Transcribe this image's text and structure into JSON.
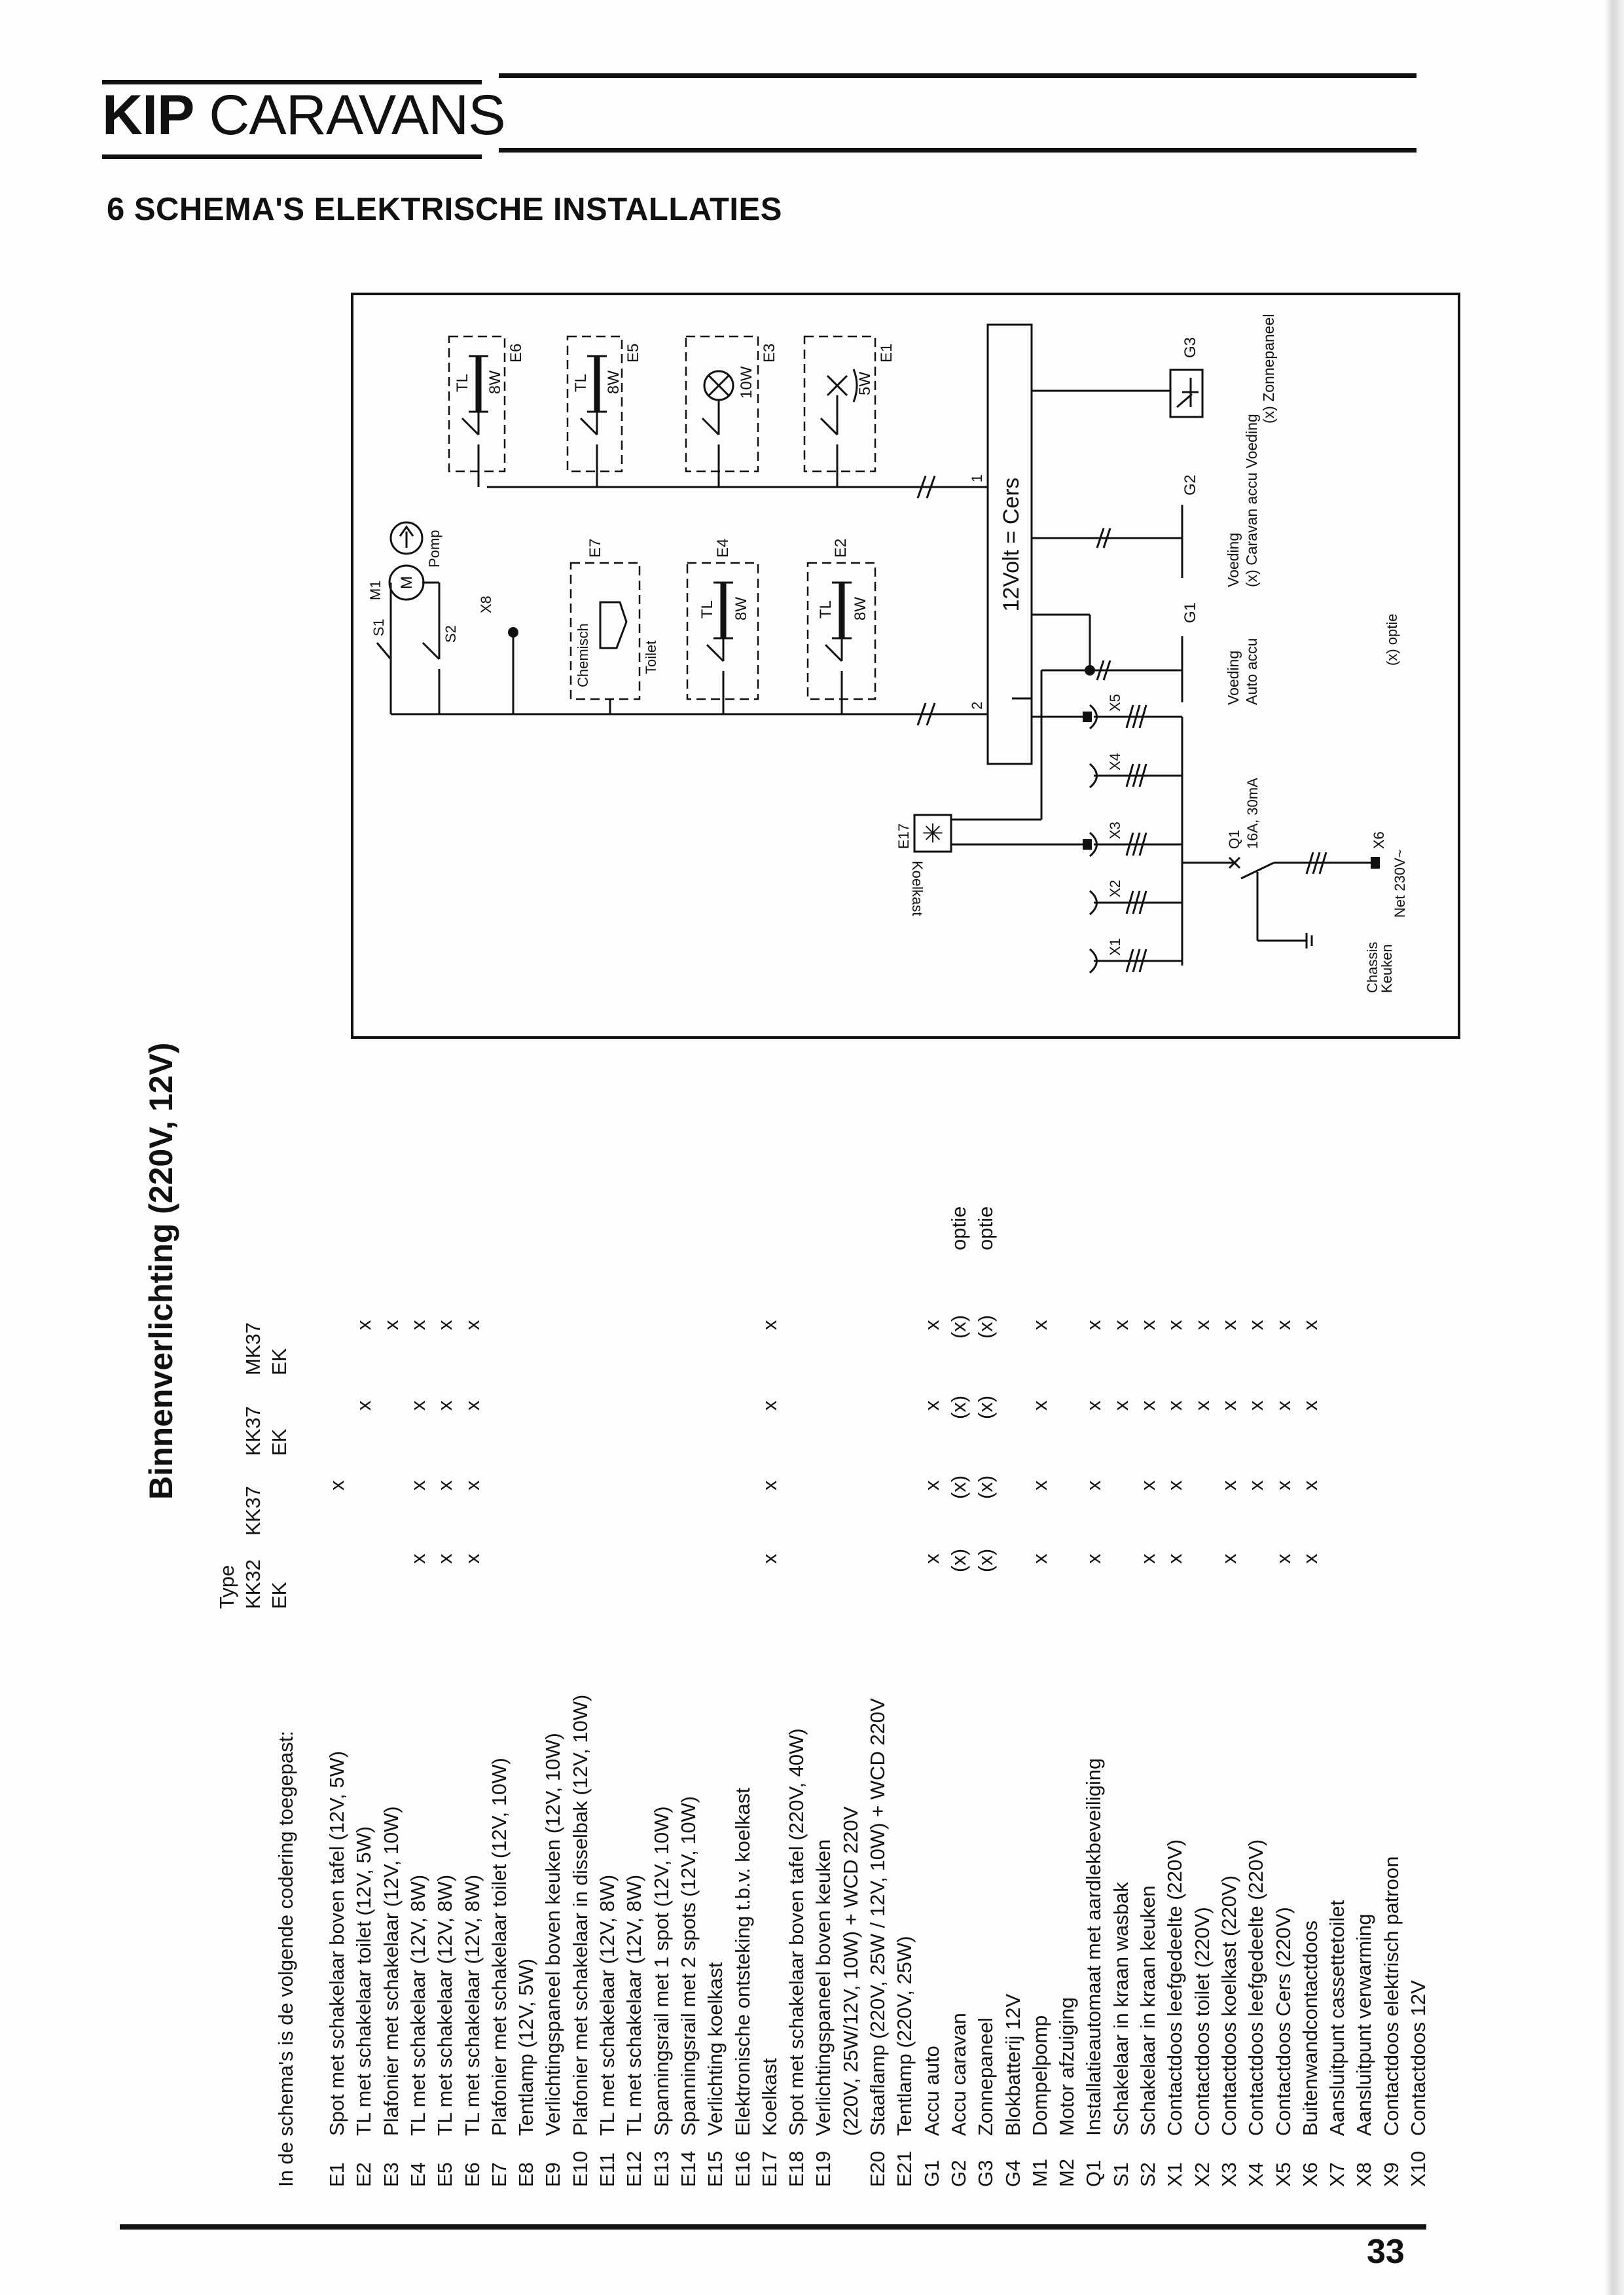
{
  "header": {
    "brand_bold": "KIP",
    "brand_rest": "CARAVANS",
    "section_title": "6 SCHEMA'S ELEKTRISCHE INSTALLATIES"
  },
  "page_number": "33",
  "diagram": {
    "bus_label": "12Volt = Cers",
    "bus_terminals": [
      "1",
      "2"
    ],
    "top_units": [
      {
        "code": "E6",
        "type": "TL",
        "power": "8W"
      },
      {
        "code": "E5",
        "type": "TL",
        "power": "8W"
      },
      {
        "code": "E3",
        "power": "10W"
      },
      {
        "code": "E1",
        "power": "5W"
      }
    ],
    "lower_units": [
      {
        "code": "E7",
        "line1": "Chemisch",
        "line2": "Toilet"
      },
      {
        "code": "E4",
        "type": "TL",
        "power": "8W"
      },
      {
        "code": "E2",
        "type": "TL",
        "power": "8W"
      }
    ],
    "pump": {
      "code": "M1",
      "motor": "M",
      "label": "Pomp",
      "switch1": "S1",
      "switch2": "S2",
      "outlet": "X8"
    },
    "fridge": {
      "code": "E17",
      "label": "Koelkast"
    },
    "sources": {
      "g3": "G3",
      "g2": "G2",
      "g1": "G1",
      "caravan_note_1": "Voeding",
      "caravan_note_2": "(x) Caravan accu Voeding",
      "caravan_note_3": "(x) Zonnepaneel",
      "auto_note_1": "Voeding",
      "auto_note_2": "Auto accu"
    },
    "sockets": [
      "X5",
      "X4",
      "X3",
      "X2",
      "X1"
    ],
    "breaker": {
      "code": "Q1",
      "rating": "16A, 30mA"
    },
    "mains": {
      "code": "X6",
      "label": "Net 230V~"
    },
    "chassis": {
      "line1": "Chassis",
      "line2": "Keuken"
    },
    "option_note": "(x) optie"
  },
  "table": {
    "heading": "Binnenverlichting (220V, 12V)",
    "intro": "In de schema's is de volgende codering toegepast:",
    "type_label": "Type",
    "columns": [
      {
        "line1": "KK32",
        "line2": "EK"
      },
      {
        "line1": "KK37",
        "line2": ""
      },
      {
        "line1": "KK37",
        "line2": "EK"
      },
      {
        "line1": "MK37",
        "line2": "EK"
      }
    ],
    "rows": [
      {
        "code": "E1",
        "desc": [
          "Spot met schakelaar boven tafel (12V, 5W)"
        ],
        "marks": [
          "",
          "x",
          "",
          ""
        ],
        "note": ""
      },
      {
        "code": "E2",
        "desc": [
          "TL met schakelaar toilet (12V, 5W)"
        ],
        "marks": [
          "",
          "",
          "x",
          "x"
        ],
        "note": ""
      },
      {
        "code": "E3",
        "desc": [
          "Plafonier met schakelaar (12V, 10W)"
        ],
        "marks": [
          "",
          "",
          "",
          "x"
        ],
        "note": ""
      },
      {
        "code": "E4",
        "desc": [
          "TL met schakelaar (12V, 8W)"
        ],
        "marks": [
          "x",
          "x",
          "x",
          "x"
        ],
        "note": ""
      },
      {
        "code": "E5",
        "desc": [
          "TL met schakelaar (12V, 8W)"
        ],
        "marks": [
          "x",
          "x",
          "x",
          "x"
        ],
        "note": ""
      },
      {
        "code": "E6",
        "desc": [
          "TL met schakelaar (12V, 8W)"
        ],
        "marks": [
          "x",
          "x",
          "x",
          "x"
        ],
        "note": ""
      },
      {
        "code": "E7",
        "desc": [
          "Plafonier met schakelaar toilet (12V, 10W)"
        ],
        "marks": [
          "",
          "",
          "",
          ""
        ],
        "note": ""
      },
      {
        "code": "E8",
        "desc": [
          "Tentlamp (12V, 5W)"
        ],
        "marks": [
          "",
          "",
          "",
          ""
        ],
        "note": ""
      },
      {
        "code": "E9",
        "desc": [
          "Verlichtingspaneel boven keuken (12V, 10W)"
        ],
        "marks": [
          "",
          "",
          "",
          ""
        ],
        "note": ""
      },
      {
        "code": "E10",
        "desc": [
          "Plafonier met schakelaar in disselbak (12V, 10W)"
        ],
        "marks": [
          "",
          "",
          "",
          ""
        ],
        "note": ""
      },
      {
        "code": "E11",
        "desc": [
          "TL met schakelaar (12V, 8W)"
        ],
        "marks": [
          "",
          "",
          "",
          ""
        ],
        "note": ""
      },
      {
        "code": "E12",
        "desc": [
          "TL met schakelaar (12V, 8W)"
        ],
        "marks": [
          "",
          "",
          "",
          ""
        ],
        "note": ""
      },
      {
        "code": "E13",
        "desc": [
          "Spanningsrail met 1 spot (12V, 10W)"
        ],
        "marks": [
          "",
          "",
          "",
          ""
        ],
        "note": ""
      },
      {
        "code": "E14",
        "desc": [
          "Spanningsrail met 2 spots (12V, 10W)"
        ],
        "marks": [
          "",
          "",
          "",
          ""
        ],
        "note": ""
      },
      {
        "code": "E15",
        "desc": [
          "Verlichting koelkast"
        ],
        "marks": [
          "",
          "",
          "",
          ""
        ],
        "note": ""
      },
      {
        "code": "E16",
        "desc": [
          "Elektronische ontsteking t.b.v. koelkast"
        ],
        "marks": [
          "",
          "",
          "",
          ""
        ],
        "note": ""
      },
      {
        "code": "E17",
        "desc": [
          "Koelkast"
        ],
        "marks": [
          "x",
          "x",
          "x",
          "x"
        ],
        "note": ""
      },
      {
        "code": "E18",
        "desc": [
          "Spot met schakelaar boven tafel (220V, 40W)"
        ],
        "marks": [
          "",
          "",
          "",
          ""
        ],
        "note": ""
      },
      {
        "code": "E19",
        "desc": [
          "Verlichtingspaneel boven keuken",
          "(220V, 25W/12V, 10W) + WCD 220V"
        ],
        "marks": [
          "",
          "",
          "",
          ""
        ],
        "note": ""
      },
      {
        "code": "E20",
        "desc": [
          "Staaflamp (220V, 25W / 12V, 10W) + WCD 220V"
        ],
        "marks": [
          "",
          "",
          "",
          ""
        ],
        "note": ""
      },
      {
        "code": "E21",
        "desc": [
          "Tentlamp (220V, 25W)"
        ],
        "marks": [
          "",
          "",
          "",
          ""
        ],
        "note": ""
      },
      {
        "code": "G1",
        "desc": [
          "Accu auto"
        ],
        "marks": [
          "x",
          "x",
          "x",
          "x"
        ],
        "note": ""
      },
      {
        "code": "G2",
        "desc": [
          "Accu caravan"
        ],
        "marks": [
          "(x)",
          "(x)",
          "(x)",
          "(x)"
        ],
        "note": "optie"
      },
      {
        "code": "G3",
        "desc": [
          "Zonnepaneel"
        ],
        "marks": [
          "(x)",
          "(x)",
          "(x)",
          "(x)"
        ],
        "note": "optie"
      },
      {
        "code": "G4",
        "desc": [
          "Blokbatterij 12V"
        ],
        "marks": [
          "",
          "",
          "",
          ""
        ],
        "note": ""
      },
      {
        "code": "M1",
        "desc": [
          "Dompelpomp"
        ],
        "marks": [
          "x",
          "x",
          "x",
          "x"
        ],
        "note": ""
      },
      {
        "code": "M2",
        "desc": [
          "Motor afzuiging"
        ],
        "marks": [
          "",
          "",
          "",
          ""
        ],
        "note": ""
      },
      {
        "code": "Q1",
        "desc": [
          "Installatieautomaat met aardlekbeveiliging"
        ],
        "marks": [
          "x",
          "x",
          "x",
          "x"
        ],
        "note": ""
      },
      {
        "code": "S1",
        "desc": [
          "Schakelaar in kraan wasbak"
        ],
        "marks": [
          "",
          "",
          "x",
          "x"
        ],
        "note": ""
      },
      {
        "code": "S2",
        "desc": [
          "Schakelaar in kraan keuken"
        ],
        "marks": [
          "x",
          "x",
          "x",
          "x"
        ],
        "note": ""
      },
      {
        "code": "X1",
        "desc": [
          "Contactdoos leefgedeelte (220V)"
        ],
        "marks": [
          "x",
          "x",
          "x",
          "x"
        ],
        "note": ""
      },
      {
        "code": "X2",
        "desc": [
          "Contactdoos toilet (220V)"
        ],
        "marks": [
          "",
          "",
          "x",
          "x"
        ],
        "note": ""
      },
      {
        "code": "X3",
        "desc": [
          "Contactdoos koelkast (220V)"
        ],
        "marks": [
          "x",
          "x",
          "x",
          "x"
        ],
        "note": ""
      },
      {
        "code": "X4",
        "desc": [
          "Contactdoos leefgedeelte (220V)"
        ],
        "marks": [
          "",
          "x",
          "x",
          "x"
        ],
        "note": ""
      },
      {
        "code": "X5",
        "desc": [
          "Contactdoos Cers (220V)"
        ],
        "marks": [
          "x",
          "x",
          "x",
          "x"
        ],
        "note": ""
      },
      {
        "code": "X6",
        "desc": [
          "Buitenwandcontactdoos"
        ],
        "marks": [
          "x",
          "x",
          "x",
          "x"
        ],
        "note": ""
      },
      {
        "code": "X7",
        "desc": [
          "Aansluitpunt cassettetoilet"
        ],
        "marks": [
          "",
          "",
          "",
          ""
        ],
        "note": ""
      },
      {
        "code": "X8",
        "desc": [
          "Aansluitpunt verwarming"
        ],
        "marks": [
          "",
          "",
          "",
          ""
        ],
        "note": ""
      },
      {
        "code": "X9",
        "desc": [
          "Contactdoos elektrisch patroon"
        ],
        "marks": [
          "",
          "",
          "",
          ""
        ],
        "note": ""
      },
      {
        "code": "X10",
        "desc": [
          "Contactdoos 12V"
        ],
        "marks": [
          "",
          "",
          "",
          ""
        ],
        "note": ""
      }
    ]
  }
}
